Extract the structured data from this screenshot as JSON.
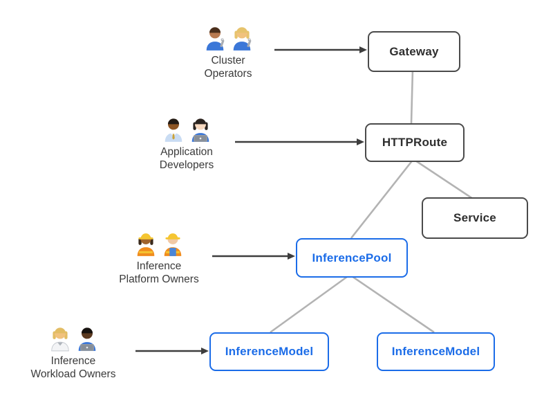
{
  "colors": {
    "background": "#ffffff",
    "dark_node_border": "#4a4a4a",
    "dark_node_text": "#2e2e2e",
    "blue_node": "#1b6ce8",
    "edge_line_gray": "#b3b3b3",
    "actor_arrow_dark": "#3d3d3d",
    "persona_text": "#3a3a3a"
  },
  "nodes": [
    {
      "id": "gateway",
      "label": "Gateway",
      "style": "dark"
    },
    {
      "id": "httproute",
      "label": "HTTPRoute",
      "style": "dark"
    },
    {
      "id": "service",
      "label": "Service",
      "style": "dark"
    },
    {
      "id": "inference_pool",
      "label": "InferencePool",
      "style": "blue"
    },
    {
      "id": "inference_model_left",
      "label": "InferenceModel",
      "style": "blue"
    },
    {
      "id": "inference_model_right",
      "label": "InferenceModel",
      "style": "blue"
    }
  ],
  "personas": [
    {
      "id": "cluster_operators",
      "label_line1": "Cluster",
      "label_line2": "Operators",
      "emoji": "👨🏽‍🔧 👩🏼‍🔧",
      "icons": [
        "man-mechanic-icon",
        "woman-mechanic-icon"
      ]
    },
    {
      "id": "application_developers",
      "label_line1": "Application",
      "label_line2": "Developers",
      "emoji": "👨🏾‍💼 👩🏻‍💻",
      "icons": [
        "man-office-worker-icon",
        "woman-technologist-icon"
      ]
    },
    {
      "id": "inference_platform_owners",
      "label_line1": "Inference",
      "label_line2": "Platform Owners",
      "emoji": "👷🏾‍♀️ 👷🏻‍♂️",
      "icons": [
        "woman-construction-worker-icon",
        "man-construction-worker-icon"
      ]
    },
    {
      "id": "inference_workload_owners",
      "label_line1": "Inference",
      "label_line2": "Workload Owners",
      "emoji": "🧑🏼‍⚕️ 👨🏿‍💻",
      "icons": [
        "scientist-icon",
        "man-technologist-icon"
      ]
    }
  ],
  "edges": [
    {
      "from": "Cluster Operators",
      "to": "Gateway",
      "type": "arrow"
    },
    {
      "from": "Application Developers",
      "to": "HTTPRoute",
      "type": "arrow"
    },
    {
      "from": "Inference Platform Owners",
      "to": "InferencePool",
      "type": "arrow"
    },
    {
      "from": "Inference Workload Owners",
      "to": "InferenceModel",
      "type": "arrow"
    },
    {
      "from": "Gateway",
      "to": "HTTPRoute",
      "type": "line"
    },
    {
      "from": "HTTPRoute",
      "to": "InferencePool",
      "type": "line"
    },
    {
      "from": "HTTPRoute",
      "to": "Service",
      "type": "line"
    },
    {
      "from": "InferencePool",
      "to": "InferenceModel (left)",
      "type": "line"
    },
    {
      "from": "InferencePool",
      "to": "InferenceModel (right)",
      "type": "line"
    }
  ]
}
